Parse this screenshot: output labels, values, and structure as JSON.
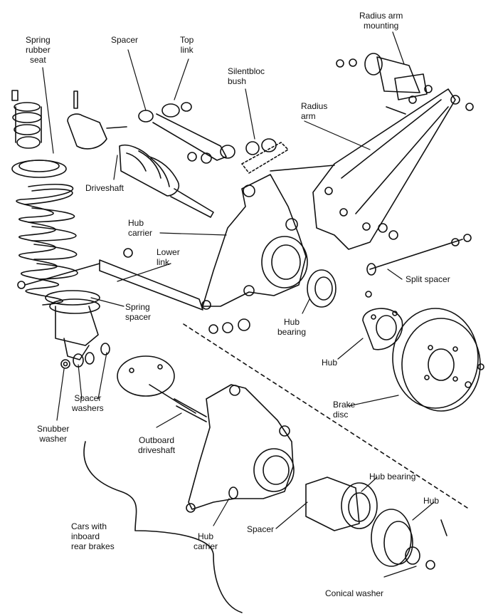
{
  "labels": {
    "spring_rubber_seat": [
      "Spring",
      "rubber",
      "seat"
    ],
    "spacer_top": "Spacer",
    "top_link": [
      "Top",
      "link"
    ],
    "silentbloc_bush": [
      "Silentbloc",
      "bush"
    ],
    "radius_arm_mounting": [
      "Radius arm",
      "mounting"
    ],
    "radius_arm": [
      "Radius",
      "arm"
    ],
    "driveshaft": "Driveshaft",
    "hub_carrier_upper": [
      "Hub",
      "carrier"
    ],
    "lower_link": [
      "Lower",
      "link"
    ],
    "split_spacer": "Split spacer",
    "spring_spacer": [
      "Spring",
      "spacer"
    ],
    "hub_bearing_upper": [
      "Hub",
      "bearing"
    ],
    "hub_upper": "Hub",
    "brake_disc": [
      "Brake",
      "disc"
    ],
    "spacer_washers": [
      "Spacer",
      "washers"
    ],
    "snubber_washer": [
      "Snubber",
      "washer"
    ],
    "outboard_driveshaft": [
      "Outboard",
      "driveshaft"
    ],
    "hub_bearing_lower": "Hub bearing",
    "hub_lower": "Hub",
    "cars_inboard": [
      "Cars with",
      "inboard",
      "rear brakes"
    ],
    "spacer_lower": "Spacer",
    "hub_carrier_lower": [
      "Hub",
      "carrier"
    ],
    "conical_washer": "Conical washer"
  }
}
